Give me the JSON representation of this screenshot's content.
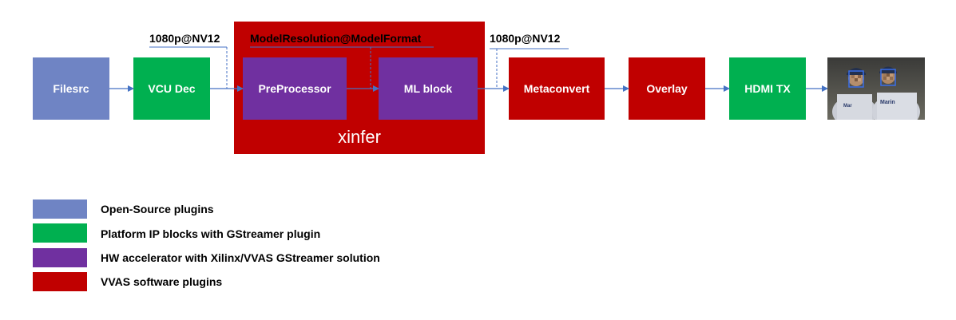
{
  "pipeline": {
    "filesrc": "Filesrc",
    "vcu_dec": "VCU Dec",
    "preprocessor": "PreProcessor",
    "ml_block": "ML block",
    "xinfer": "xinfer",
    "metaconvert": "Metaconvert",
    "overlay": "Overlay",
    "hdmi_tx": "HDMI TX"
  },
  "captions": {
    "in_format": "1080p@NV12",
    "model_format": "ModelResolution@ModelFormat",
    "out_format": "1080p@NV12"
  },
  "legend": [
    {
      "label": "Open-Source plugins",
      "color": "#6f84c4"
    },
    {
      "label": "Platform IP blocks with GStreamer plugin",
      "color": "#00b050"
    },
    {
      "label": "HW accelerator with Xilinx/VVAS GStreamer solution",
      "color": "#7030a0"
    },
    {
      "label": "VVAS software plugins",
      "color": "#c00000"
    }
  ],
  "colors": {
    "open_source": "#6f84c4",
    "platform_ip": "#00b050",
    "hw_accel": "#7030a0",
    "vvas_sw": "#c00000",
    "arrow": "#4472c4"
  }
}
